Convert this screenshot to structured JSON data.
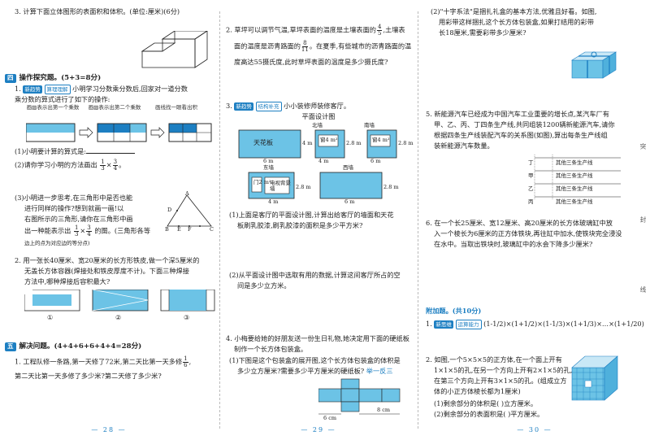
{
  "page1": {
    "q3": "3. 计算下面立体图形的表面积和体积。(单位:厘米)(6分)",
    "sec4_box": "四",
    "sec4_title": "操作探究题。(5+3=8分)",
    "q1_tag1": "新趋势",
    "q1_tag2": "算理理解",
    "q1_line1": "小明学习分数乘分数后,回家对一道分数",
    "q1_line2": "乘分数的算式进行了如下的操作:",
    "fig_label1": "画▨表示出第一个乘数",
    "fig_label2": "画▨表示出第二个乘数",
    "fig_label3": "画线找一眼看出积",
    "q1_sub1": "(1)小明要计算的算式是:",
    "q1_sub2": "(2)请你学习小明的方法画出",
    "q1_sub2b": "×",
    "q1_sub2_frac1": [
      "1",
      "3"
    ],
    "q1_sub2_frac2": [
      "3",
      "4"
    ],
    "q1_sub3_l1": "(3)小明进一步思考,在三角形中是否也能",
    "q1_sub3_l2": "进行同样的操作?想到就画一画!以",
    "q1_sub3_l3": "右图所示的三角形,请你在三角形中画",
    "q1_sub3_l4": "出一种能表示出",
    "q1_sub3_l4b": "的图。(三角形各等",
    "q1_sub3_l5": "边上的点为对应边的等分点)",
    "tri_labels": [
      "A",
      "D",
      "B",
      "E",
      "F",
      "C"
    ],
    "q2_l1": "2. 用一张长40厘米、宽20厘米的长方形铁皮,做一个深5厘米的",
    "q2_l2": "无盖长方体容器(焊接处和铁皮厚度不计)。下面三种焊接",
    "q2_l3": "方法中,哪种焊接后容积最大?",
    "q2_labels": [
      "①",
      "②",
      "③"
    ],
    "sec5_box": "五",
    "sec5_title": "解决问题。(4+4+6+6+4+4=28分)",
    "q5_1_l1": "1. 工程队修一条路,第一天修了72米,第二天比第一天多修",
    "q5_1_frac": [
      "1",
      "6"
    ],
    "q5_1_l2": "第二天比第一天多修了多少米?第二天修了多少米?",
    "page_num": "— 28 —"
  },
  "page2": {
    "q2_l1": "2. 草坪可以调节气温,草坪表面的温度是土壤表面的",
    "q2_frac1": [
      "4",
      "5"
    ],
    "q2_l1b": ",土壤表",
    "q2_l2": "面的温度是沥青路面的",
    "q2_frac2": [
      "8",
      "11"
    ],
    "q2_l2b": "。在夏季,有些城市的沥青路面的温",
    "q2_l3": "度高达55摄氏度,此时草坪表面的温度是多少摄氏度?",
    "q3_tag1": "新趋势",
    "q3_tag2": "结构补充",
    "q3_title": "小小装修师装修客厅。",
    "plan_title": "平面设计图",
    "wall_north": "北墙",
    "wall_south": "南墙",
    "wall_east": "东墙",
    "wall_west": "西墙",
    "ceiling": "天花板",
    "window1": "窗4 m²",
    "window2": "门2 m²",
    "tv": "电视背景墙",
    "dim_4m": "4 m",
    "dim_28m": "2.8 m",
    "dim_6m": "6 m",
    "q3_sub1_l1": "(1)上面是客厅的平面设计图,计算出给客厅的墙面和天花",
    "q3_sub1_l2": "板刷乳胶漆,刷乳胶漆的面积是多少平方米?",
    "q3_sub2_l1": "(2)从平面设计图中选取有用的数据,计算这间客厅所占的空",
    "q3_sub2_l2": "间是多少立方米。",
    "q4_l1": "4. 小梅要给她的好朋友送一份生日礼物,她决定用下面的硬纸板",
    "q4_l2": "制作一个长方体包装盒。",
    "q4_sub1_l1": "(1)下图是这个包装盒的展开图,这个长方体包装盒的体积是",
    "q4_sub1_l2": "多少立方厘米?需要多少平方厘米的硬纸板?",
    "q4_tag": "举一反三",
    "net_8": "8 cm",
    "net_6": "6 cm",
    "page_num": "— 29 —"
  },
  "page3": {
    "q_2_l1": "(2)\"十字系法\"是捆扎礼盒的基本方法,优雅且好看。如图,",
    "q_2_l2": "用彩带这样捆扎这个长方体包装盒,如果打结用的彩带",
    "q_2_l3": "长18厘米,需要彩带多少厘米?",
    "q5_l1": "5. 新能源汽车已经成为中国汽车工业重要的增长点,某汽车厂有",
    "q5_l2": "甲、乙、丙、丁四条生产线,共同组装1200辆新能源汽车,请你",
    "q5_l3": "根据四条生产线装配汽车的关系图(如图),算出每条生产线组",
    "q5_l4": "装新能源汽车数量。",
    "lines": [
      {
        "name": "丁",
        "label": "其他三条生产线"
      },
      {
        "name": "甲",
        "label": "其他三条生产线"
      },
      {
        "name": "乙",
        "label": "其他三条生产线"
      },
      {
        "name": "丙",
        "label": "其他三条生产线"
      }
    ],
    "q6_l1": "6. 在一个长25厘米、宽12厘米、高20厘米的长方体玻璃缸中放",
    "q6_l2": "入一个棱长为6厘米的正方体铁块,再往缸中加水,使铁块完全浸没",
    "q6_l3": "在水中。当取出铁块时,玻璃缸中的水会下降多少厘米?",
    "extra_title": "附加题。(共10分)",
    "extra1_tag1": "新思维",
    "extra1_tag2": "运算能力",
    "extra1_expr": "(1-1/2)×(1+1/2)×(1-1/3)×(1+1/3)×…×(1+1/20)",
    "extra2_l1": "2. 如图,一个5×5×5的正方体,在一个面上开有",
    "extra2_l2": "1×1×5的孔,在另一个方向上开有2×1×5的孔,",
    "extra2_l3": "在第三个方向上开有3×1×5的孔。(组成立方",
    "extra2_l4": "体的小正方体棱长都为1厘米)",
    "extra2_s1": "(1)剩余部分的体积是(     )立方厘米。",
    "extra2_s2": "(2)剩余部分的表面积是(     )平方厘米。",
    "side_marks": [
      "突",
      "封",
      "线"
    ],
    "page_num": "— 30 —"
  },
  "colors": {
    "accent": "#1d7fc2",
    "fill": "#6cc3e6",
    "light": "#c9e8f6"
  }
}
